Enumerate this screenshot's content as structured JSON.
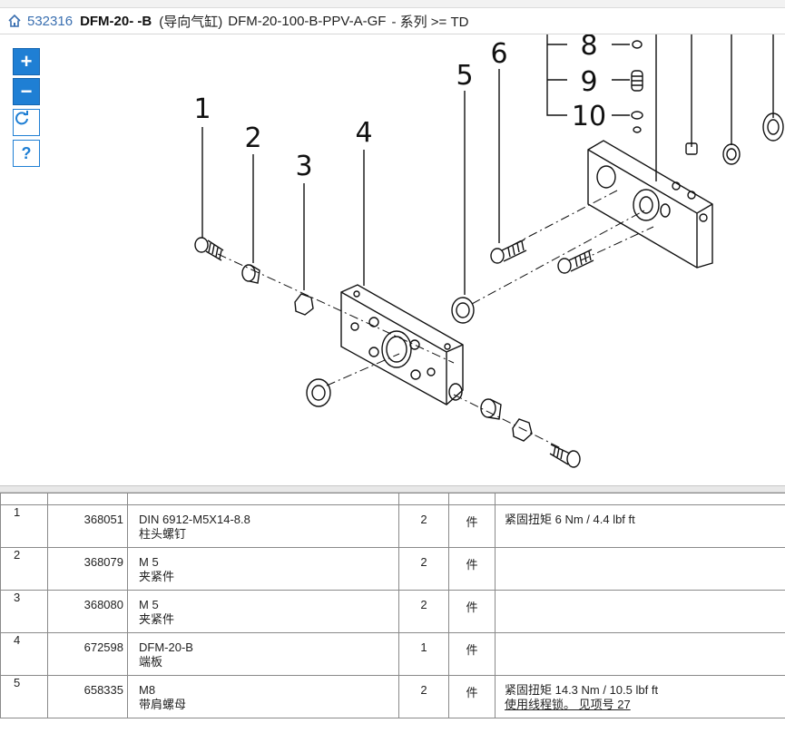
{
  "title_bar": {
    "number": "532316",
    "model": "DFM-20- -B",
    "description": "(导向气缸)",
    "code": "DFM-20-100-B-PPV-A-GF",
    "series": " - 系列 >= TD"
  },
  "zoom_controls": {
    "zoom_in": "+",
    "zoom_out": "−",
    "reset": "⟳",
    "help": "?"
  },
  "drawing": {
    "labels": [
      "1",
      "2",
      "3",
      "4",
      "5",
      "6",
      "8",
      "9",
      "10"
    ]
  },
  "parts_table": {
    "rows": [
      {
        "pos": "1",
        "part_no": "368051",
        "desc1": "DIN 6912-M5X14-8.8",
        "desc2": "柱头螺钉",
        "qty": "2",
        "unit": "件",
        "note1": "紧固扭矩 6 Nm / 4.4 lbf ft",
        "note2": ""
      },
      {
        "pos": "2",
        "part_no": "368079",
        "desc1": "M 5",
        "desc2": "夹紧件",
        "qty": "2",
        "unit": "件",
        "note1": "",
        "note2": ""
      },
      {
        "pos": "3",
        "part_no": "368080",
        "desc1": "M 5",
        "desc2": "夹紧件",
        "qty": "2",
        "unit": "件",
        "note1": "",
        "note2": ""
      },
      {
        "pos": "4",
        "part_no": "672598",
        "desc1": "DFM-20-B",
        "desc2": "端板",
        "qty": "1",
        "unit": "件",
        "note1": "",
        "note2": ""
      },
      {
        "pos": "5",
        "part_no": "658335",
        "desc1": "M8",
        "desc2": "带肩螺母",
        "qty": "2",
        "unit": "件",
        "note1": "紧固扭矩 14.3 Nm / 10.5 lbf ft",
        "note2": "使用线程锁。 见项号 27"
      }
    ]
  }
}
